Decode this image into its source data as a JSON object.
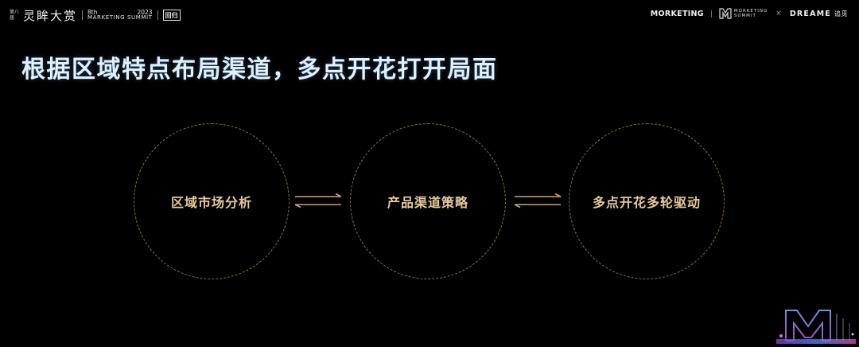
{
  "header": {
    "edition": "第八届",
    "brand_cn": "灵眸大赏",
    "summit_edition": "8th",
    "summit_year": "2023",
    "summit_name": "MARKETING SUMMIT",
    "logo_mark": "回归",
    "mkt_logo": "MORKETING",
    "summit_logo_line1": "MORKETING",
    "summit_logo_line2": "SUMMIT",
    "times": "×",
    "partner": "DREAME",
    "partner_cn": "追觅"
  },
  "title": "根据区域特点布局渠道，多点开花打开局面",
  "steps": [
    {
      "label": "区域市场分析"
    },
    {
      "label": "产品渠道策略"
    },
    {
      "label": "多点开花多轮驱动"
    }
  ],
  "colors": {
    "background": "#000000",
    "title": "#dff1ff",
    "circle_border": "#8a7252",
    "circle_text": "#e8c99a",
    "arrow": "#c9a46f"
  },
  "icons": {
    "exchange": "bidirectional-arrows-icon",
    "corner": "stage-graphic"
  }
}
